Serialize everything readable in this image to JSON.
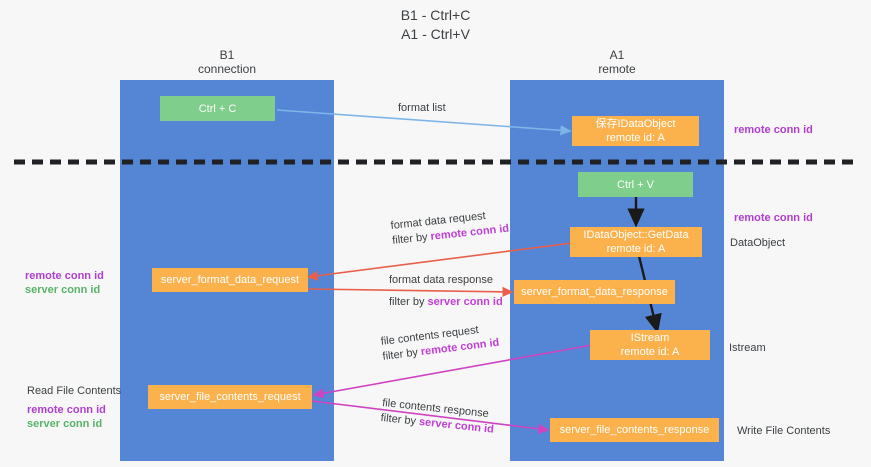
{
  "title": {
    "line1": "B1 - Ctrl+C",
    "line2": "A1 - Ctrl+V"
  },
  "columns": [
    {
      "name": "B1",
      "sub": "connection"
    },
    {
      "name": "A1",
      "sub": "remote"
    }
  ],
  "colors": {
    "lane": "#5586d6",
    "node_green": "#7fce8c",
    "node_orange": "#fbb14c",
    "accent_purple": "#b03fd0",
    "accent_green": "#58b368",
    "arrow_blue": "#7cb6e8",
    "arrow_red": "#e8604c",
    "arrow_magenta": "#d043c0",
    "arrow_black": "#1a1a1a",
    "divider": "#202124",
    "background": "#f7f7f7"
  },
  "nodes": {
    "ctrl_c": {
      "label": "Ctrl + C"
    },
    "ctrl_v": {
      "label": "Ctrl + V"
    },
    "save_dataobject": {
      "line1": "保存IDataObject",
      "line2": "remote id: A"
    },
    "getdata": {
      "line1": "IDataObject::GetData",
      "line2": "remote id: A"
    },
    "istream": {
      "line1": "IStream",
      "line2": "remote id: A"
    },
    "server_format_data_request": {
      "label": "server_format_data_request"
    },
    "server_format_data_response": {
      "label": "server_format_data_response"
    },
    "server_file_contents_request": {
      "label": "server_file_contents_request"
    },
    "server_file_contents_response": {
      "label": "server_file_contents_response"
    }
  },
  "edge_labels": {
    "format_list": "format list",
    "format_data_request": "format data request",
    "format_data_request_filter_prefix": "filter by ",
    "format_data_request_filter_key": "remote conn id",
    "format_data_response": "format data response",
    "format_data_response_filter_prefix": "filter by ",
    "format_data_response_filter_key": "server conn id",
    "file_contents_request": "file contents request",
    "file_contents_request_filter_prefix": "filter by ",
    "file_contents_request_filter_key": "remote conn id",
    "file_contents_response": "file contents response",
    "file_contents_response_filter_prefix": "filter by ",
    "file_contents_response_filter_key": "server conn id"
  },
  "annotations": {
    "right_remote_conn_id_top": "remote conn id",
    "right_remote_conn_id_mid": "remote conn id",
    "right_dataobject": "DataObject",
    "right_istream": "Istream",
    "right_write_file_contents": "Write File Contents",
    "left_remote_conn_id": "remote conn id",
    "left_server_conn_id": "server conn id",
    "left_read_file_contents": "Read File Contents",
    "left_bottom_remote_conn_id": "remote conn id",
    "left_bottom_server_conn_id": "server conn id"
  }
}
